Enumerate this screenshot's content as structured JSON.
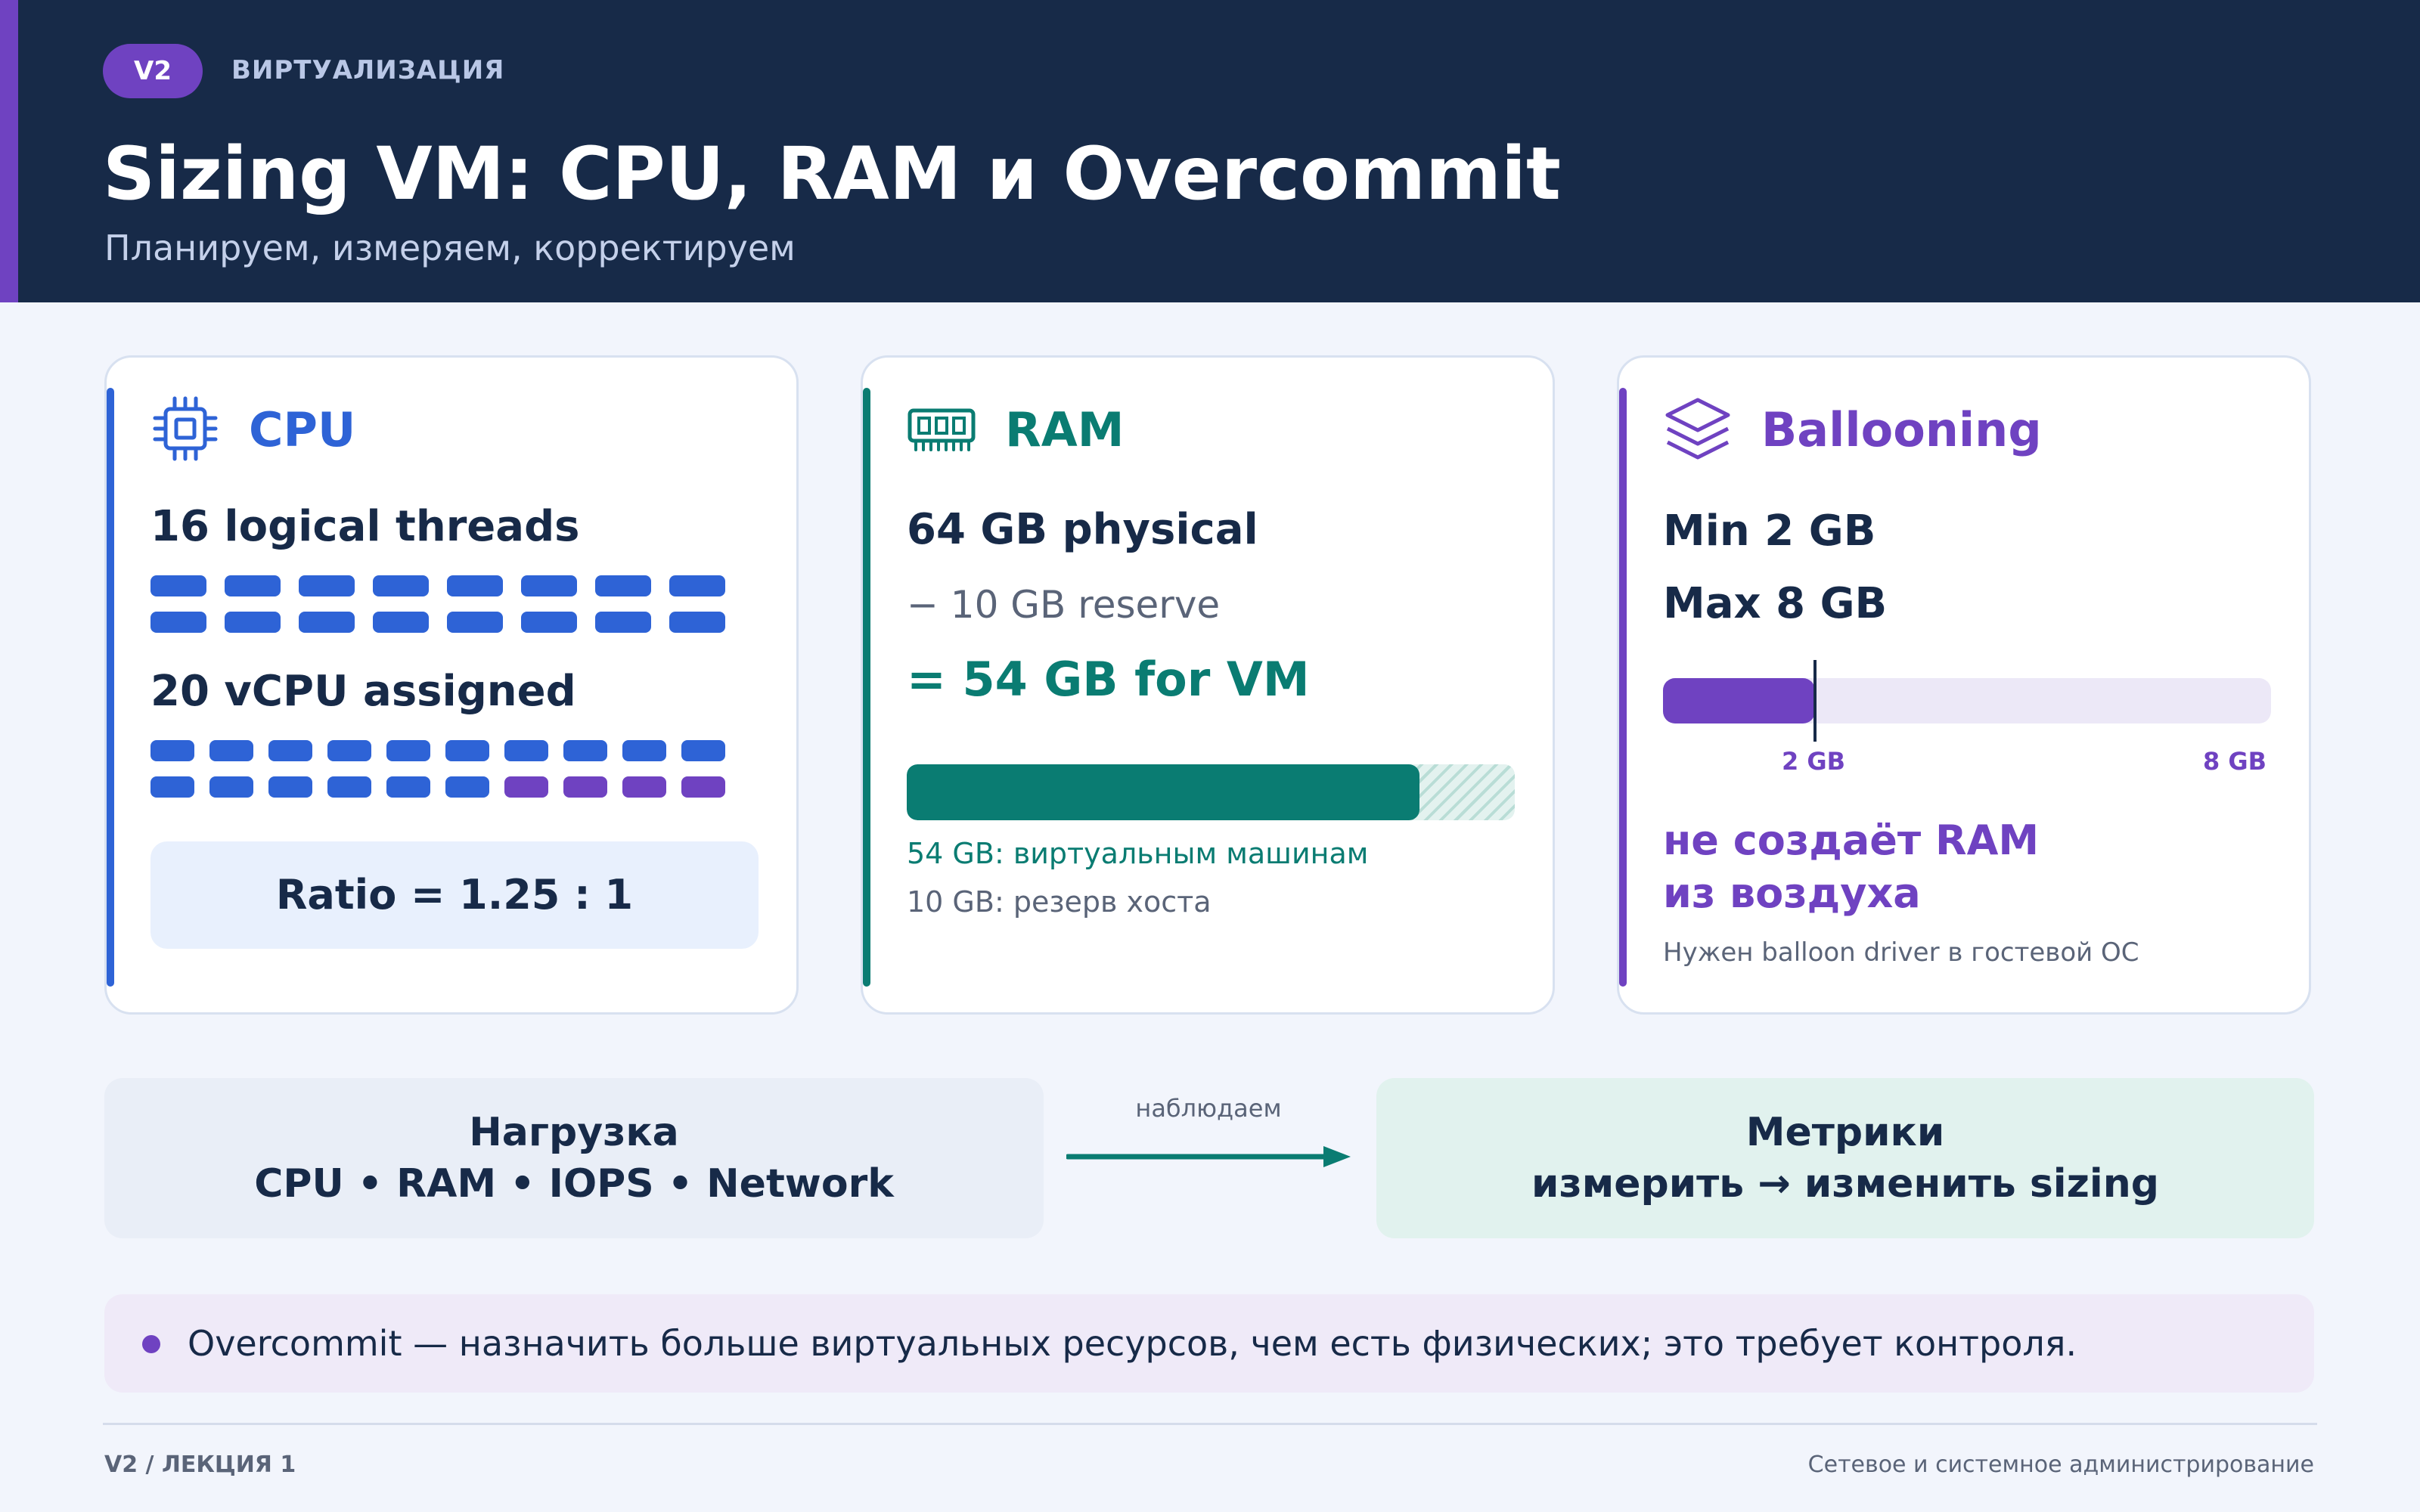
{
  "header": {
    "badge": "V2",
    "section": "ВИРТУАЛИЗАЦИЯ",
    "title": "Sizing VM: CPU, RAM и Overcommit",
    "subtitle": "Планируем, измеряем, корректируем"
  },
  "cpu": {
    "title": "CPU",
    "icon": "cpu-chip-icon",
    "logical_label": "16 logical threads",
    "logical_threads": 16,
    "vcpu_label": "20 vCPU assigned",
    "vcpu_total": 20,
    "vcpu_overcommitted": 4,
    "ratio": "Ratio = 1.25 : 1",
    "accent": "#2e63d6",
    "overcommit_color": "#6f42c1"
  },
  "ram": {
    "title": "RAM",
    "icon": "memory-module-icon",
    "physical": "64 GB physical",
    "reserve": "− 10 GB reserve",
    "result": "= 54 GB for VM",
    "vm_fraction": 0.84375,
    "legend_vm": "54 GB: виртуальным машинам",
    "legend_host": "10 GB: резерв хоста",
    "accent": "#0a7c72"
  },
  "ballooning": {
    "title": "Ballooning",
    "icon": "layers-icon",
    "min_label": "Min 2 GB",
    "max_label": "Max 8 GB",
    "min_fraction": 0.25,
    "tick_min": "2 GB",
    "tick_max": "8 GB",
    "warning_line1": "не создаёт RAM",
    "warning_line2": "из воздуха",
    "note": "Нужен balloon driver в гостевой ОС",
    "accent": "#6f42c1"
  },
  "flow": {
    "load_title": "Нагрузка",
    "load_items": "CPU • RAM • IOPS • Network",
    "arrow_label": "наблюдаем",
    "metrics_title": "Метрики",
    "metrics_action": "измерить → изменить sizing"
  },
  "note": "Overcommit — назначить больше виртуальных ресурсов, чем есть физических; это требует контроля.",
  "footer": {
    "left": "V2 / ЛЕКЦИЯ 1",
    "right": "Сетевое и системное администрирование"
  }
}
